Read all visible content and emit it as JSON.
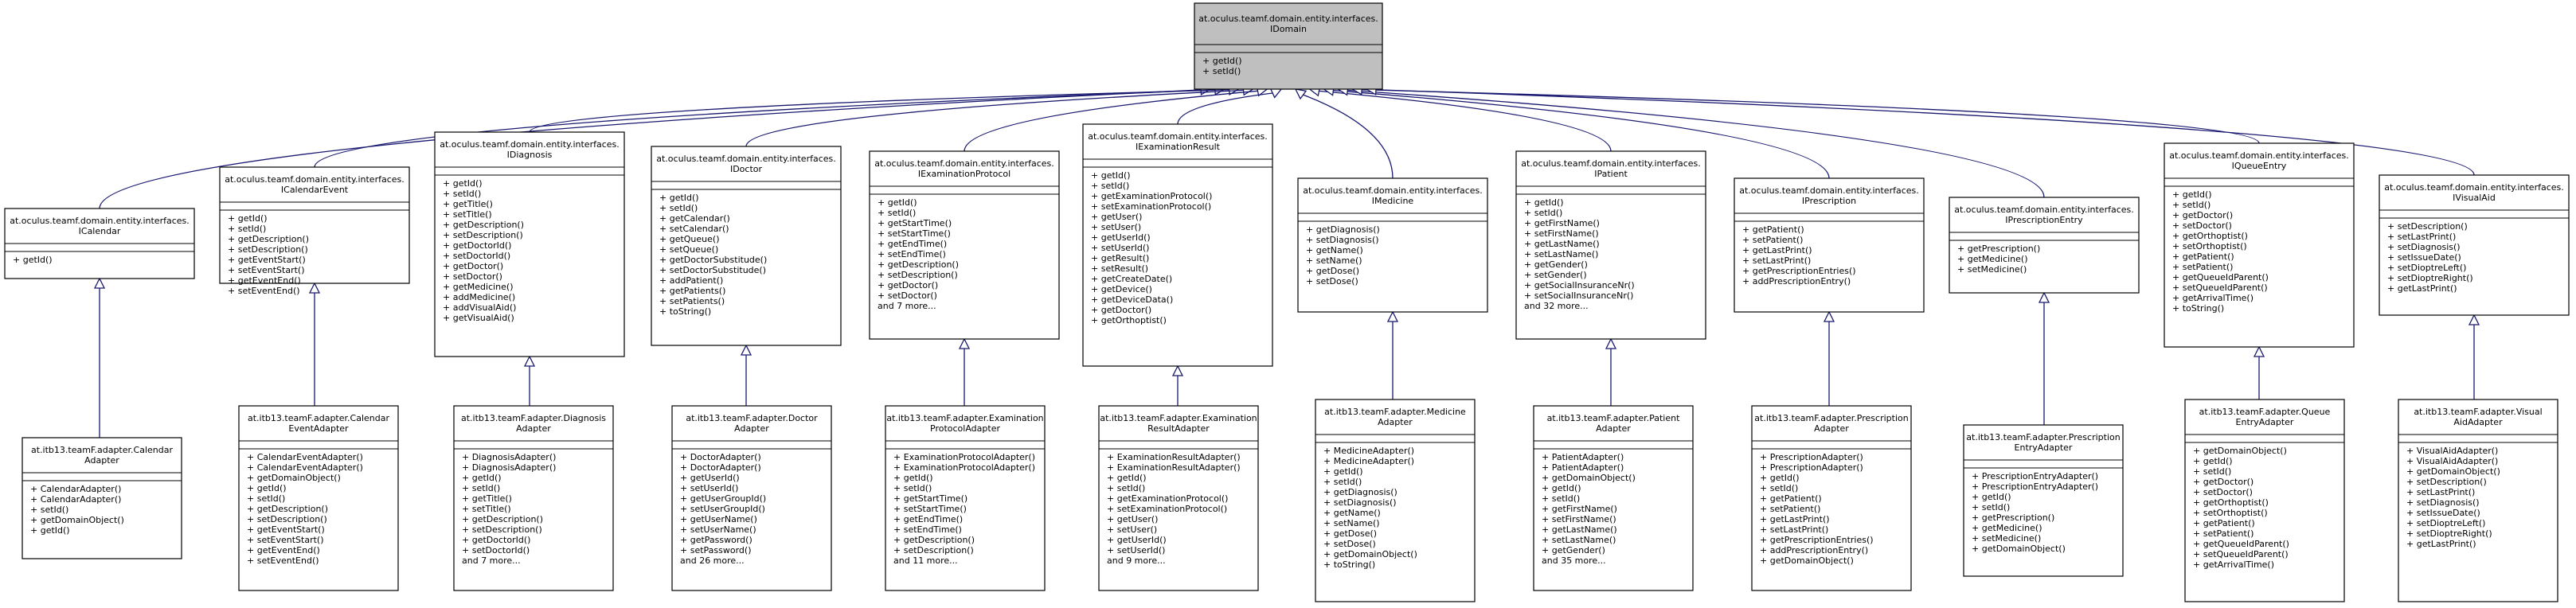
{
  "colors": {
    "edge": "#191970",
    "root_fill": "#bfbfbf",
    "box_fill": "#ffffff",
    "border": "#000000"
  },
  "root": {
    "name": [
      "at.oculus.teamf.domain.entity.interfaces.",
      "IDomain"
    ],
    "methods": [
      "+ getId()",
      "+ setId()"
    ]
  },
  "interfaces": [
    {
      "id": "icalendar",
      "name": [
        "at.oculus.teamf.domain.entity.interfaces.",
        "ICalendar"
      ],
      "methods": [
        "+ getId()"
      ]
    },
    {
      "id": "icalendarevent",
      "name": [
        "at.oculus.teamf.domain.entity.interfaces.",
        "ICalendarEvent"
      ],
      "methods": [
        "+ getId()",
        "+ setId()",
        "+ getDescription()",
        "+ setDescription()",
        "+ getEventStart()",
        "+ setEventStart()",
        "+ getEventEnd()",
        "+ setEventEnd()"
      ]
    },
    {
      "id": "idiagnosis",
      "name": [
        "at.oculus.teamf.domain.entity.interfaces.",
        "IDiagnosis"
      ],
      "methods": [
        "+ getId()",
        "+ setId()",
        "+ getTitle()",
        "+ setTitle()",
        "+ getDescription()",
        "+ setDescription()",
        "+ getDoctorId()",
        "+ setDoctorId()",
        "+ getDoctor()",
        "+ setDoctor()",
        "+ getMedicine()",
        "+ addMedicine()",
        "+ addVisualAid()",
        "+ getVisualAid()"
      ]
    },
    {
      "id": "idoctor",
      "name": [
        "at.oculus.teamf.domain.entity.interfaces.",
        "IDoctor"
      ],
      "methods": [
        "+ getId()",
        "+ setId()",
        "+ getCalendar()",
        "+ setCalendar()",
        "+ getQueue()",
        "+ setQueue()",
        "+ getDoctorSubstitude()",
        "+ setDoctorSubstitude()",
        "+ addPatient()",
        "+ getPatients()",
        "+ setPatients()",
        "+ toString()"
      ]
    },
    {
      "id": "iexaminationprotocol",
      "name": [
        "at.oculus.teamf.domain.entity.interfaces.",
        "IExaminationProtocol"
      ],
      "methods": [
        "+ getId()",
        "+ setId()",
        "+ getStartTime()",
        "+ setStartTime()",
        "+ getEndTime()",
        "+ setEndTime()",
        "+ getDescription()",
        "+ setDescription()",
        "+ getDoctor()",
        "+ setDoctor()",
        "and 7 more..."
      ]
    },
    {
      "id": "iexaminationresult",
      "name": [
        "at.oculus.teamf.domain.entity.interfaces.",
        "IExaminationResult"
      ],
      "methods": [
        "+ getId()",
        "+ setId()",
        "+ getExaminationProtocol()",
        "+ setExaminationProtocol()",
        "+ getUser()",
        "+ setUser()",
        "+ getUserId()",
        "+ setUserId()",
        "+ getResult()",
        "+ setResult()",
        "+ getCreateDate()",
        "+ getDevice()",
        "+ getDeviceData()",
        "+ getDoctor()",
        "+ getOrthoptist()"
      ]
    },
    {
      "id": "imedicine",
      "name": [
        "at.oculus.teamf.domain.entity.interfaces.",
        "IMedicine"
      ],
      "methods": [
        "+ getDiagnosis()",
        "+ setDiagnosis()",
        "+ getName()",
        "+ setName()",
        "+ getDose()",
        "+ setDose()"
      ]
    },
    {
      "id": "ipatient",
      "name": [
        "at.oculus.teamf.domain.entity.interfaces.",
        "IPatient"
      ],
      "methods": [
        "+ getId()",
        "+ setId()",
        "+ getFirstName()",
        "+ setFirstName()",
        "+ getLastName()",
        "+ setLastName()",
        "+ getGender()",
        "+ setGender()",
        "+ getSocialInsuranceNr()",
        "+ setSocialInsuranceNr()",
        "and 32 more..."
      ]
    },
    {
      "id": "iprescription",
      "name": [
        "at.oculus.teamf.domain.entity.interfaces.",
        "IPrescription"
      ],
      "methods": [
        "+ getPatient()",
        "+ setPatient()",
        "+ getLastPrint()",
        "+ setLastPrint()",
        "+ getPrescriptionEntries()",
        "+ addPrescriptionEntry()"
      ]
    },
    {
      "id": "iprescriptionentry",
      "name": [
        "at.oculus.teamf.domain.entity.interfaces.",
        "IPrescriptionEntry"
      ],
      "methods": [
        "+ getPrescription()",
        "+ getMedicine()",
        "+ setMedicine()"
      ]
    },
    {
      "id": "iqueueentry",
      "name": [
        "at.oculus.teamf.domain.entity.interfaces.",
        "IQueueEntry"
      ],
      "methods": [
        "+ getId()",
        "+ setId()",
        "+ getDoctor()",
        "+ setDoctor()",
        "+ getOrthoptist()",
        "+ setOrthoptist()",
        "+ getPatient()",
        "+ setPatient()",
        "+ getQueueIdParent()",
        "+ setQueueIdParent()",
        "+ getArrivalTime()",
        "+ toString()"
      ]
    },
    {
      "id": "ivisualaid",
      "name": [
        "at.oculus.teamf.domain.entity.interfaces.",
        "IVisualAid"
      ],
      "methods": [
        "+ setDescription()",
        "+ setLastPrint()",
        "+ setDiagnosis()",
        "+ setIssueDate()",
        "+ setDioptreLeft()",
        "+ setDioptreRight()",
        "+ getLastPrint()"
      ]
    }
  ],
  "adapters": [
    {
      "id": "calendaradapter",
      "name": [
        "at.itb13.teamF.adapter.Calendar",
        "Adapter"
      ],
      "methods": [
        "+ CalendarAdapter()",
        "+ CalendarAdapter()",
        "+ setId()",
        "+ getDomainObject()",
        "+ getId()"
      ]
    },
    {
      "id": "calendareventadapter",
      "name": [
        "at.itb13.teamF.adapter.Calendar",
        "EventAdapter"
      ],
      "methods": [
        "+ CalendarEventAdapter()",
        "+ CalendarEventAdapter()",
        "+ getDomainObject()",
        "+ getId()",
        "+ setId()",
        "+ getDescription()",
        "+ setDescription()",
        "+ getEventStart()",
        "+ setEventStart()",
        "+ getEventEnd()",
        "+ setEventEnd()"
      ]
    },
    {
      "id": "diagnosisadapter",
      "name": [
        "at.itb13.teamF.adapter.Diagnosis",
        "Adapter"
      ],
      "methods": [
        "+ DiagnosisAdapter()",
        "+ DiagnosisAdapter()",
        "+ getId()",
        "+ setId()",
        "+ getTitle()",
        "+ setTitle()",
        "+ getDescription()",
        "+ setDescription()",
        "+ getDoctorId()",
        "+ setDoctorId()",
        "and 7 more..."
      ]
    },
    {
      "id": "doctoradapter",
      "name": [
        "at.itb13.teamF.adapter.Doctor",
        "Adapter"
      ],
      "methods": [
        "+ DoctorAdapter()",
        "+ DoctorAdapter()",
        "+ getUserId()",
        "+ setUserId()",
        "+ getUserGroupId()",
        "+ setUserGroupId()",
        "+ getUserName()",
        "+ setUserName()",
        "+ getPassword()",
        "+ setPassword()",
        "and 26 more..."
      ]
    },
    {
      "id": "examinationprotocoladapter",
      "name": [
        "at.itb13.teamF.adapter.Examination",
        "ProtocolAdapter"
      ],
      "methods": [
        "+ ExaminationProtocolAdapter()",
        "+ ExaminationProtocolAdapter()",
        "+ getId()",
        "+ setId()",
        "+ getStartTime()",
        "+ setStartTime()",
        "+ getEndTime()",
        "+ setEndTime()",
        "+ getDescription()",
        "+ setDescription()",
        "and 11 more..."
      ]
    },
    {
      "id": "examinationresultadapter",
      "name": [
        "at.itb13.teamF.adapter.Examination",
        "ResultAdapter"
      ],
      "methods": [
        "+ ExaminationResultAdapter()",
        "+ ExaminationResultAdapter()",
        "+ getId()",
        "+ setId()",
        "+ getExaminationProtocol()",
        "+ setExaminationProtocol()",
        "+ getUser()",
        "+ setUser()",
        "+ getUserId()",
        "+ setUserId()",
        "and 9 more..."
      ]
    },
    {
      "id": "medicineadapter",
      "name": [
        "at.itb13.teamF.adapter.Medicine",
        "Adapter"
      ],
      "methods": [
        "+ MedicineAdapter()",
        "+ MedicineAdapter()",
        "+ getId()",
        "+ setId()",
        "+ getDiagnosis()",
        "+ setDiagnosis()",
        "+ getName()",
        "+ setName()",
        "+ getDose()",
        "+ setDose()",
        "+ getDomainObject()",
        "+ toString()"
      ]
    },
    {
      "id": "patientadapter",
      "name": [
        "at.itb13.teamF.adapter.Patient",
        "Adapter"
      ],
      "methods": [
        "+ PatientAdapter()",
        "+ PatientAdapter()",
        "+ getDomainObject()",
        "+ getId()",
        "+ setId()",
        "+ getFirstName()",
        "+ setFirstName()",
        "+ getLastName()",
        "+ setLastName()",
        "+ getGender()",
        "and 35 more..."
      ]
    },
    {
      "id": "prescriptionadapter",
      "name": [
        "at.itb13.teamF.adapter.Prescription",
        "Adapter"
      ],
      "methods": [
        "+ PrescriptionAdapter()",
        "+ PrescriptionAdapter()",
        "+ getId()",
        "+ setId()",
        "+ getPatient()",
        "+ setPatient()",
        "+ getLastPrint()",
        "+ setLastPrint()",
        "+ getPrescriptionEntries()",
        "+ addPrescriptionEntry()",
        "+ getDomainObject()"
      ]
    },
    {
      "id": "prescriptionentryadapter",
      "name": [
        "at.itb13.teamF.adapter.Prescription",
        "EntryAdapter"
      ],
      "methods": [
        "+ PrescriptionEntryAdapter()",
        "+ PrescriptionEntryAdapter()",
        "+ getId()",
        "+ setId()",
        "+ getPrescription()",
        "+ getMedicine()",
        "+ setMedicine()",
        "+ getDomainObject()"
      ]
    },
    {
      "id": "queueentryadapter",
      "name": [
        "at.itb13.teamF.adapter.Queue",
        "EntryAdapter"
      ],
      "methods": [
        "+ getDomainObject()",
        "+ getId()",
        "+ setId()",
        "+ getDoctor()",
        "+ setDoctor()",
        "+ getOrthoptist()",
        "+ setOrthoptist()",
        "+ getPatient()",
        "+ setPatient()",
        "+ getQueueIdParent()",
        "+ setQueueIdParent()",
        "+ getArrivalTime()"
      ]
    },
    {
      "id": "visualaidadapter",
      "name": [
        "at.itb13.teamF.adapter.Visual",
        "AidAdapter"
      ],
      "methods": [
        "+ VisualAidAdapter()",
        "+ VisualAidAdapter()",
        "+ getDomainObject()",
        "+ setDescription()",
        "+ setLastPrint()",
        "+ setDiagnosis()",
        "+ setIssueDate()",
        "+ setDioptreLeft()",
        "+ setDioptreRight()",
        "+ getLastPrint()"
      ]
    }
  ]
}
